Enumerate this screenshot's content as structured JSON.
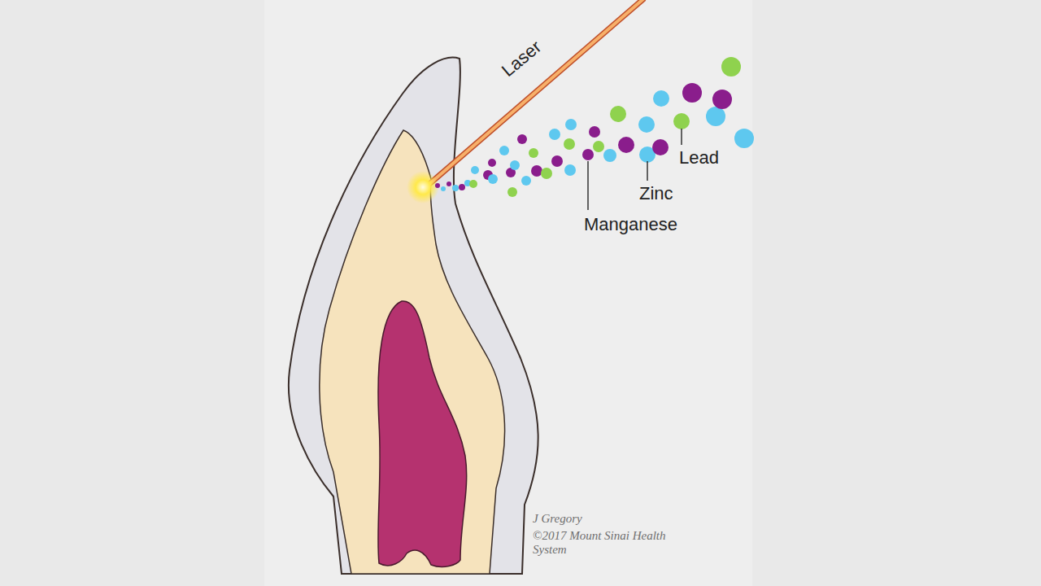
{
  "diagram": {
    "labels": [
      "Laser",
      "Manganese",
      "Zinc",
      "Lead",
      "J Gregory",
      "©2017 Mount Sinai Health System"
    ]
  }
}
